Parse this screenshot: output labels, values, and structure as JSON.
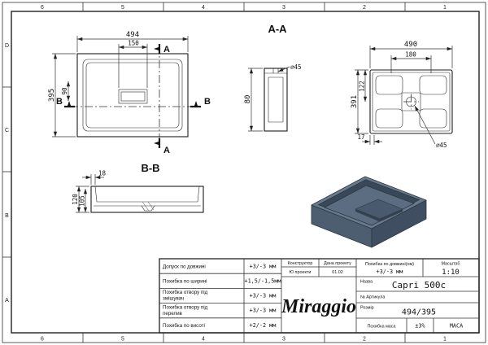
{
  "frame": {
    "top_zone_numbers": [
      "6",
      "5",
      "4",
      "3",
      "2",
      "1"
    ],
    "bottom_zone_numbers": [
      "6",
      "5",
      "4",
      "3",
      "2",
      "1"
    ],
    "left_zone_letters": [
      "D",
      "C",
      "B",
      "A"
    ]
  },
  "views": {
    "plan": {
      "dim_width": "494",
      "dim_drain_width": "150",
      "dim_depth": "395",
      "dim_drain_offset": "90",
      "section_a_label": "A",
      "section_b_label": "B"
    },
    "section_aa": {
      "title": "A-A",
      "dim_height": "80",
      "dim_hole": "⌀45"
    },
    "bottom": {
      "dim_width": "490",
      "dim_inner_width": "180",
      "dim_depth": "391",
      "dim_hole_offset": "122",
      "dim_edge_offset": "17",
      "dim_hole": "⌀45"
    },
    "section_bb": {
      "title": "B-B",
      "dim_rim": "18",
      "dim_height": "120",
      "dim_inner_height": "105"
    }
  },
  "title_block": {
    "tol1_label": "Допуск по довжині",
    "tol1_value": "+3/-3 мм",
    "tol2_label": "Похибка по ширині",
    "tol2_value": "+1,5/-1,5мм",
    "tol3_label1": "Похибка отвору під",
    "tol3_label2": "змішувач",
    "tol3_value": "+3/-3 мм",
    "tol4_label1": "Похибка отвору під",
    "tol4_label2": "перелив",
    "tol4_value": "+3/-3 мм",
    "tol5_label": "Похибка по висоті",
    "tol5_value": "+2/-2 мм",
    "constructor_label": "Конструктор",
    "date_label": "Дана проекту",
    "constructor_value": "Ю проекти",
    "date_value": "01.02",
    "brand": "Miraggio",
    "length_tol_label": "Похибка по довжині(ом)",
    "length_tol_value": "+3/-3 мм",
    "scale_label": "Масштаб",
    "scale_value": "1:10",
    "name_label": "Назва",
    "name_value": "Capri 500c",
    "article_label": "№ Артикула",
    "size_label": "Розмір",
    "size_value": "494/395",
    "mass_tol_label": "Похибка маса",
    "mass_tol_value": "±3%",
    "mass_label": "МАСА"
  }
}
